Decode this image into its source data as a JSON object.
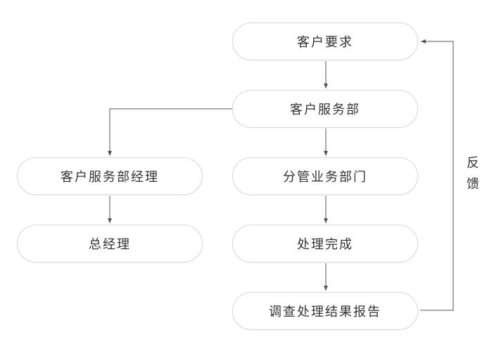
{
  "nodes": {
    "customer_request": "客户要求",
    "customer_service": "客户服务部",
    "customer_service_manager": "客户服务部经理",
    "division_in_charge": "分管业务部门",
    "general_manager": "总经理",
    "processing_complete": "处理完成",
    "investigation_report": "调查处理结果报告"
  },
  "feedback": {
    "char1": "反",
    "char2": "馈"
  },
  "colors": {
    "line": "#555555",
    "border": "#d9d9d9"
  }
}
